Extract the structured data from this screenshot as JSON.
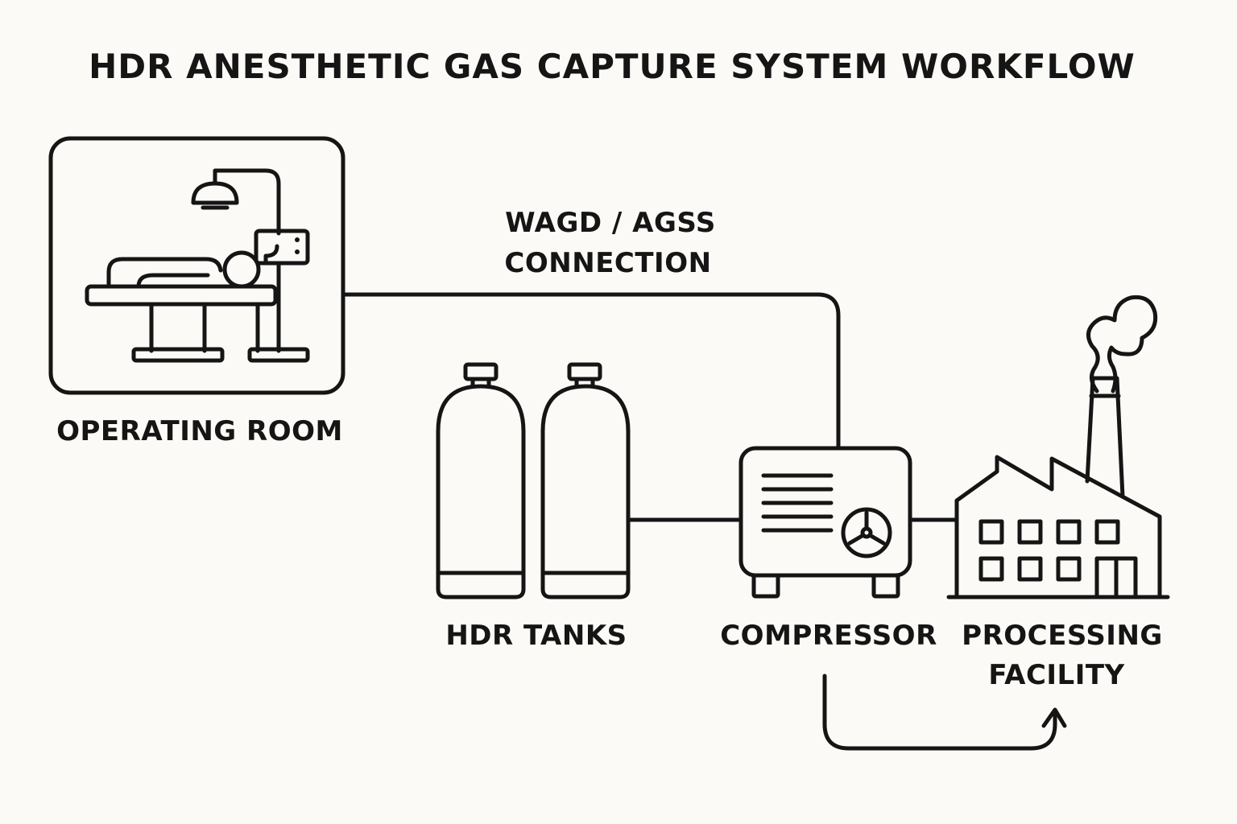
{
  "title": "HDR ANESTHETIC GAS CAPTURE SYSTEM WORKFLOW",
  "connection_label": [
    "WAGD / AGSS",
    "CONNECTION"
  ],
  "nodes": {
    "operating_room": "OPERATING ROOM",
    "hdr_tanks": "HDR TANKS",
    "compressor": "COMPRESSOR",
    "processing_facility": [
      "PROCESSING",
      "FACILITY"
    ]
  },
  "colors": {
    "stroke": "#151515",
    "background": "#fbfaf6"
  },
  "icons": [
    "operating-table-icon",
    "gas-cylinder-icon",
    "compressor-icon",
    "factory-icon"
  ]
}
